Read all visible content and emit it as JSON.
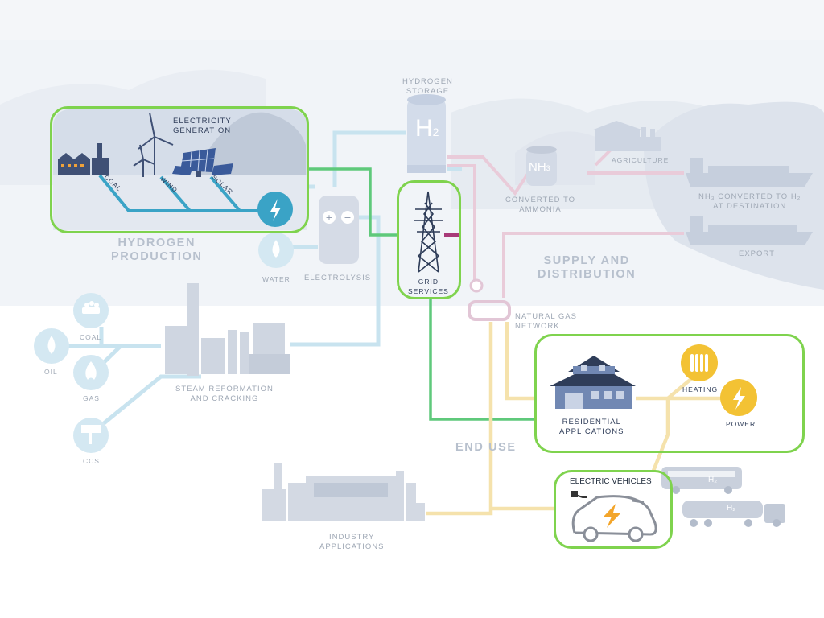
{
  "sections": {
    "hydrogen_production": "HYDROGEN\nPRODUCTION",
    "supply_distribution": "SUPPLY AND\nDISTRIBUTION",
    "end_use": "END USE"
  },
  "production": {
    "electricity_generation": "ELECTRICITY\nGENERATION",
    "coal_pipe": "COAL",
    "wind_pipe": "WIND",
    "solar_pipe": "SOLAR",
    "water": "WATER",
    "electrolysis": "ELECTROLYSIS",
    "coal": "COAL",
    "oil": "OIL",
    "gas": "GAS",
    "ccs": "CCS",
    "steam_reformation": "STEAM REFORMATION\nAND CRACKING"
  },
  "storage": {
    "hydrogen_storage": "HYDROGEN\nSTORAGE",
    "h2_symbol": "H",
    "h2_sub": "2",
    "nh3_symbol": "NH",
    "nh3_sub": "3",
    "grid_services": "GRID\nSERVICES"
  },
  "distribution": {
    "agriculture": "AGRICULTURE",
    "converted_to_ammonia": "CONVERTED TO\nAMMONIA",
    "nh3_converted": "NH₃ CONVERTED TO H₂\nAT DESTINATION",
    "export": "EXPORT",
    "natural_gas_network": "NATURAL GAS\nNETWORK"
  },
  "end_use": {
    "residential": "RESIDENTIAL\nAPPLICATIONS",
    "heating": "HEATING",
    "power": "POWER",
    "electric_vehicles": "ELECTRIC VEHICLES",
    "industry": "INDUSTRY\nAPPLICATIONS",
    "bus_h2": "H₂",
    "truck_h2": "H₂"
  },
  "colors": {
    "highlight_border": "#7fd34e",
    "hydrogen_pipe": "#b9dcec",
    "grid_pipe": "#4bae9c",
    "ammonia_pipe": "#e7c7d6",
    "gas_pipe": "#f4dc9c",
    "yellow_icon": "#f3c234",
    "navy": "#2f3d59"
  }
}
